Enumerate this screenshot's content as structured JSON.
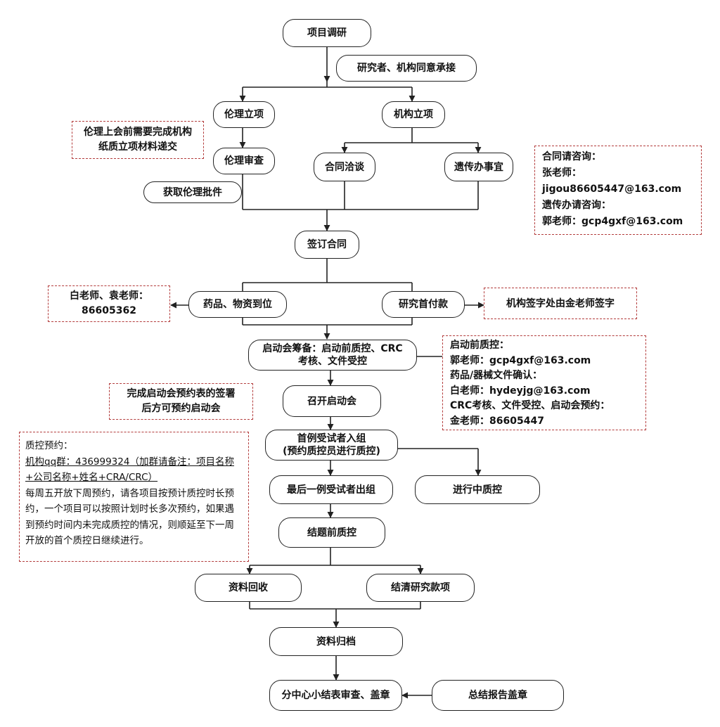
{
  "nodes": {
    "n1": "项目调研",
    "n2": "研究者、机构同意承接",
    "n3": "伦理立项",
    "n4": "机构立项",
    "n5": "伦理审查",
    "n6": "合同洽谈",
    "n7": "遗传办事宜",
    "n8": "获取伦理批件",
    "n9": "签订合同",
    "n10": "药品、物资到位",
    "n11": "研究首付款",
    "n12": [
      "启动会筹备：启动前质控、CRC",
      "考核、文件受控"
    ],
    "n13": "召开启动会",
    "n14": [
      "首例受试者入组",
      "(预约质控员进行质控)"
    ],
    "n15": "最后一例受试者出组",
    "n16": "进行中质控",
    "n17": "结题前质控",
    "n18": "资料回收",
    "n19": "结清研究款项",
    "n20": "资料归档",
    "n21": "分中心小结表审查、盖章",
    "n22": "总结报告盖章"
  },
  "notes": {
    "ethics_note": [
      "伦理上会前需要完成机构",
      "纸质立项材料递交"
    ],
    "contract_contact": [
      "合同请咨询：",
      "张老师：",
      "jigou86605447@163.com",
      "遗传办请咨询：",
      "郭老师：gcp4gxf@163.com"
    ],
    "drug_contact": [
      "白老师、袁老师：",
      "86605362"
    ],
    "payment_note": [
      "机构签字处由金老师签字"
    ],
    "startup_contact": [
      "启动前质控：",
      "郭老师：gcp4gxf@163.com",
      "药品/器械文件确认：",
      "白老师：hydeyjg@163.com",
      "CRC考核、文件受控、启动会预约：",
      "金老师：86605447"
    ],
    "startup_note": [
      "完成启动会预约表的签署",
      "后方可预约启动会"
    ],
    "qc_note": {
      "title": "质控预约：",
      "qq_underlined": "机构qq群：436999324",
      "qq_remark": "（加群请备注：项目名称+公司名称+姓名+CRA/CRC）",
      "body": "每周五开放下周预约，请各项目按预计质控时长预约，一个项目可以按照计划时长多次预约，如果遇到预约时间内未完成质控的情况，则顺延至下一周开放的首个质控日继续进行。"
    }
  }
}
